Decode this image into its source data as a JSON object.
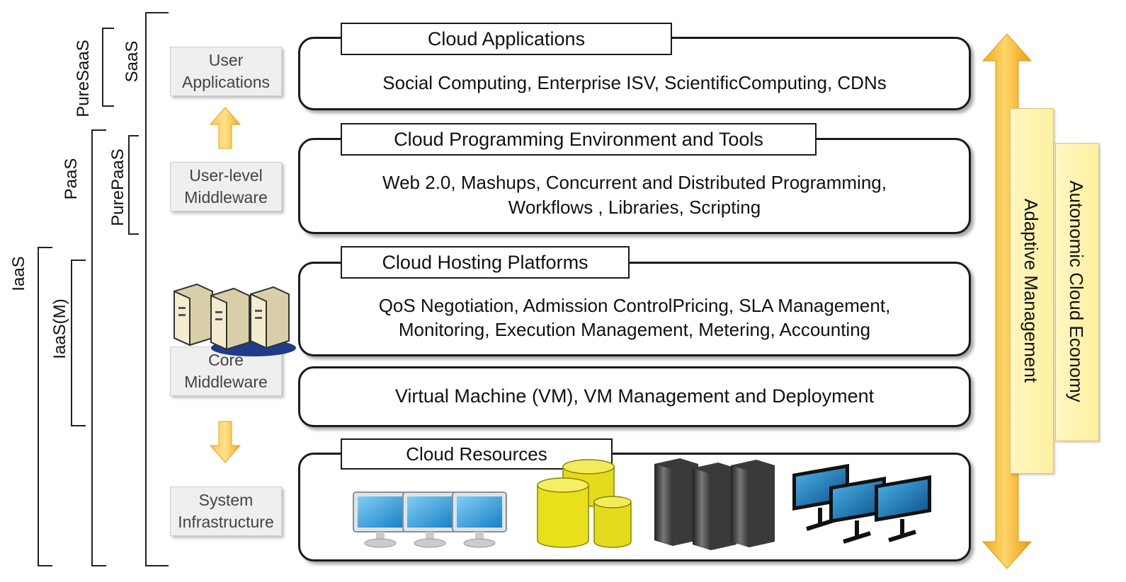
{
  "brackets": {
    "iaas": "IaaS",
    "iaas_m": "IaaS(M)",
    "paas": "PaaS",
    "pure_paas": "PurePaaS",
    "pure_saas": "PureSaaS",
    "saas": "SaaS"
  },
  "side_labels": {
    "user_apps": [
      "User",
      "Applications"
    ],
    "user_middleware": [
      "User-level",
      "Middleware"
    ],
    "core_middleware": [
      "Core",
      "Middleware"
    ],
    "system_infra": [
      "System",
      "Infrastructure"
    ]
  },
  "layers": {
    "cloud_apps": {
      "title": "Cloud Applications",
      "lines": [
        "Social Computing, Enterprise ISV, ScientificComputing, CDNs"
      ]
    },
    "programming": {
      "title": "Cloud Programming Environment and Tools",
      "lines": [
        "Web 2.0, Mashups, Concurrent and Distributed Programming,",
        "Workflows , Libraries, Scripting"
      ]
    },
    "hosting": {
      "title": "Cloud Hosting Platforms",
      "lines": [
        "QoS Negotiation, Admission ControlPricing, SLA Management,",
        "Monitoring, Execution Management, Metering, Accounting"
      ]
    },
    "vm": {
      "lines": [
        "Virtual Machine (VM), VM Management and Deployment"
      ]
    },
    "resources": {
      "title": "Cloud Resources"
    }
  },
  "right_panels": {
    "adaptive": "Adaptive Management",
    "autonomic": "Autonomic Cloud Economy"
  },
  "colors": {
    "arrow_orange": "#f5b324",
    "panel_yellow": "#fff4b8",
    "monitor_blue": "#2a9fd8",
    "db_yellow": "#e8e01a"
  }
}
